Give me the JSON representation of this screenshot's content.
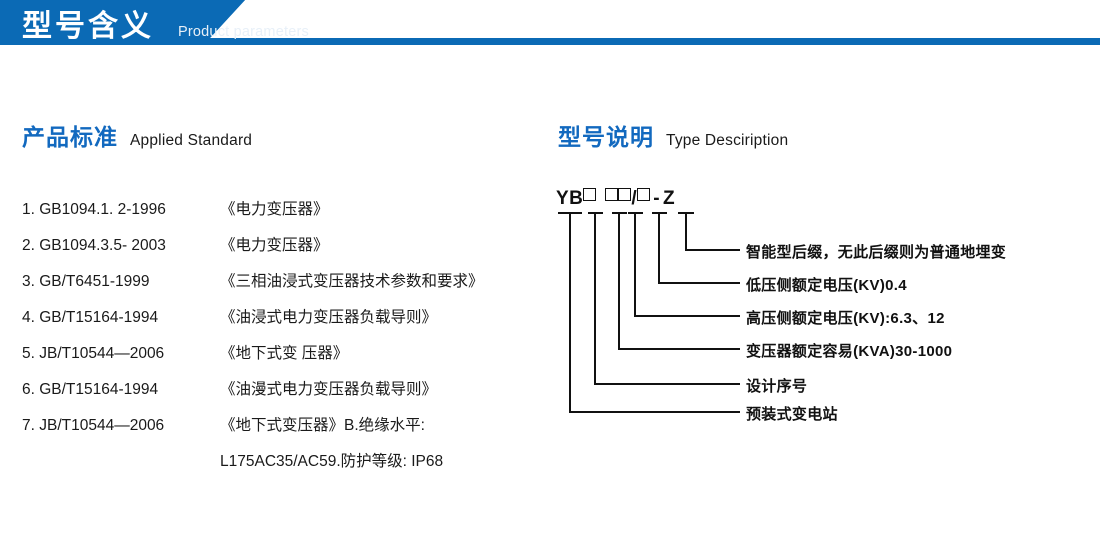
{
  "banner": {
    "title": "型号含义",
    "subtitle": "Product parameters",
    "bar_color": "#0b6ab5",
    "accent_color": "#1269bf"
  },
  "sections": {
    "left": {
      "cn": "产品标准",
      "en": "Applied Standard"
    },
    "right": {
      "cn": "型号说明",
      "en": "Type Desciription"
    }
  },
  "standards": [
    {
      "code": "1. GB1094.1. 2-1996",
      "name": "《电力变压器》"
    },
    {
      "code": "2. GB1094.3.5- 2003",
      "name": "《电力变压器》"
    },
    {
      "code": "3. GB/T6451-1999",
      "name": "《三相油浸式变压器技术参数和要求》"
    },
    {
      "code": "4. GB/T15164-1994",
      "name": "《油浸式电力变压器负载导则》"
    },
    {
      "code": "5. JB/T10544—2006",
      "name": "《地下式变 压器》"
    },
    {
      "code": "6. GB/T15164-1994",
      "name": "《油漫式电力变压器负载导则》"
    },
    {
      "code": "7. JB/T10544—2006",
      "name": "《地下式变压器》B.绝缘水平:"
    }
  ],
  "standards_continuation": "L175AC35/AC59.防护等级: IP68",
  "type_code": {
    "prefix": "YB",
    "separator": "/",
    "dash": "-",
    "suffix": "Z",
    "box_count_group1": 1,
    "box_count_group2": 2,
    "box_count_group3": 1
  },
  "diagram_labels": [
    {
      "id": "intelligent-suffix",
      "text": "智能型后缀，无此后缀则为普通地埋变"
    },
    {
      "id": "lv-rated-voltage",
      "text": "低压侧额定电压(KV)0.4"
    },
    {
      "id": "hv-rated-voltage",
      "text": "高压侧额定电压(KV):6.3、12"
    },
    {
      "id": "rated-capacity",
      "text": "变压器额定容易(KVA)30-1000"
    },
    {
      "id": "design-serial",
      "text": "设计序号"
    },
    {
      "id": "prefab-substation",
      "text": "预装式变电站"
    }
  ]
}
